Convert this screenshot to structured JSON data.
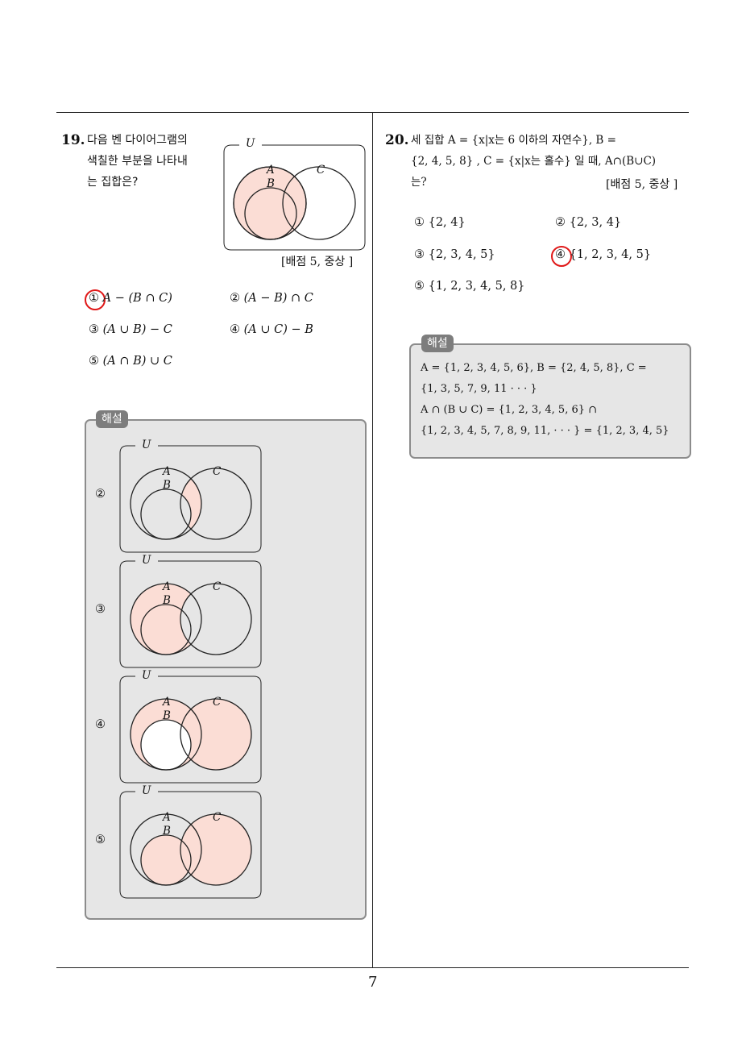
{
  "page_number": "7",
  "q19": {
    "number": "19.",
    "text_lines": [
      "다음 벤 다이어그램의",
      "색칠한 부분을 나타내",
      "는 집합은?"
    ],
    "points": "[배점 5,  중상 ]",
    "venn_labels": {
      "u": "U",
      "a": "A",
      "b": "B",
      "c": "C"
    },
    "options": [
      {
        "mark": "①",
        "text": "A − (B ∩ C)"
      },
      {
        "mark": "②",
        "text": "(A − B) ∩ C"
      },
      {
        "mark": "③",
        "text": "(A ∪ B) − C"
      },
      {
        "mark": "④",
        "text": "(A ∪ C) − B"
      },
      {
        "mark": "⑤",
        "text": "(A ∩ B) ∪ C"
      }
    ],
    "solution": {
      "tag": "해설",
      "diagrams": [
        {
          "mark": "②"
        },
        {
          "mark": "③"
        },
        {
          "mark": "④"
        },
        {
          "mark": "⑤"
        }
      ]
    }
  },
  "q20": {
    "number": "20.",
    "text_lines": [
      "세  집합  A  =  {x|x는 6 이하의 자연수},  B  =",
      "{2, 4, 5, 8} , C = {x|x는 홀수} 일 때, A∩(B∪C)",
      "는?"
    ],
    "points": "[배점 5,  중상 ]",
    "options": [
      {
        "mark": "①",
        "text": "{2, 4}"
      },
      {
        "mark": "②",
        "text": "{2, 3, 4}"
      },
      {
        "mark": "③",
        "text": "{2, 3, 4, 5}"
      },
      {
        "mark": "④",
        "text": "{1, 2, 3, 4, 5}"
      },
      {
        "mark": "⑤",
        "text": "{1, 2, 3, 4, 5, 8}"
      }
    ],
    "solution": {
      "tag": "해설",
      "lines": [
        "A  =  {1, 2, 3, 4, 5, 6},   B  =  {2, 4, 5, 8},   C  =",
        "{1, 3, 5, 7, 9, 11 · · · }",
        "A   ∩   (B   ∪   C)      =      {1, 2, 3, 4, 5, 6}   ∩",
        "{1, 2, 3, 4, 5, 7, 8, 9, 11, · · · } = {1,  2,  3,  4,  5}"
      ]
    }
  },
  "colors": {
    "shade": "#fbddd5",
    "mark_red": "#e01818",
    "box_fill": "#e6e6e6",
    "tag_fill": "#7d7d7d"
  }
}
